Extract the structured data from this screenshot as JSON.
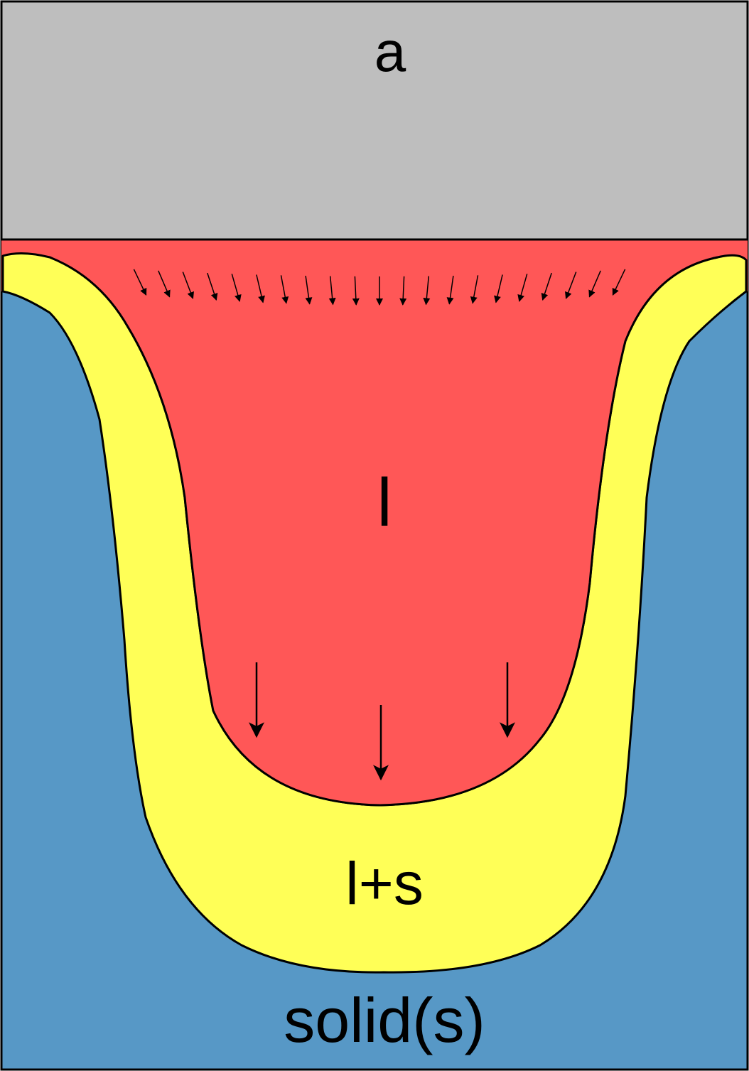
{
  "labels": {
    "air": "a",
    "liquid": "l",
    "mushy": "l+s",
    "solid": "solid(s)"
  },
  "colors": {
    "air": "#bebebe",
    "liquid": "#ff5757",
    "mushy": "#ffff57",
    "solid": "#5798c6",
    "outline": "#000000"
  }
}
